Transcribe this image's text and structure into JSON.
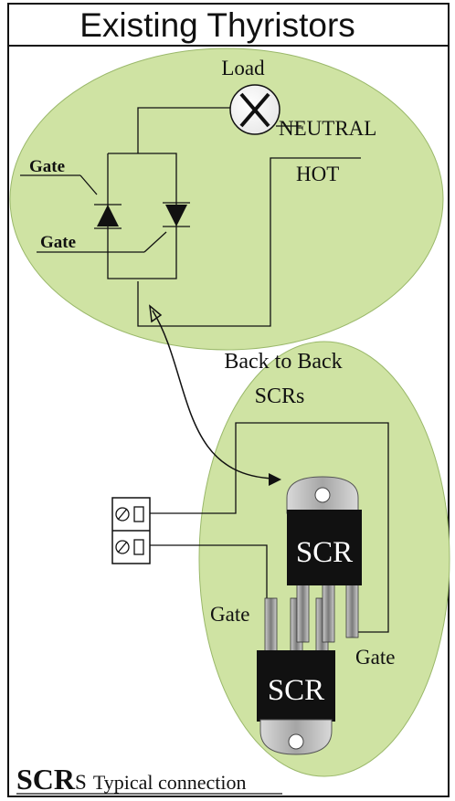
{
  "title": "Existing Thyristors",
  "labels": {
    "load": "Load",
    "neutral": "NEUTRAL",
    "hot": "HOT",
    "gate_upper": "Gate",
    "gate_lower": "Gate",
    "back_to_back_line1": "Back to Back",
    "back_to_back_line2": "SCRs",
    "gate_left": "Gate",
    "gate_right": "Gate"
  },
  "components": {
    "scr_top_label": "SCR",
    "scr_bottom_label": "SCR"
  },
  "footer": {
    "bold": "SCR",
    "small_s": "S",
    "rest": "Typical connection"
  },
  "colors": {
    "ellipse_fill": "#cfe3a3",
    "ellipse_stroke": "#9ab86a",
    "scr_body": "#111111",
    "lead_gray": "#8c8c8c",
    "tab_gray": "#b8b8b8"
  }
}
